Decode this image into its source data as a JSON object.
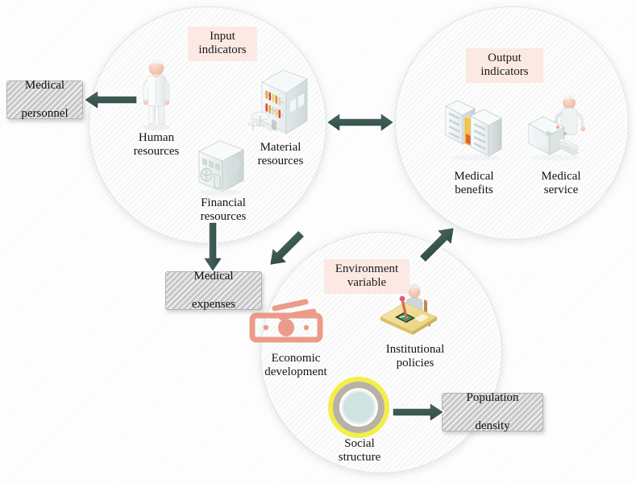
{
  "diagram": {
    "title_present": false,
    "colors": {
      "arrow": "#3e5a55",
      "chip_bg": "#fce9e3",
      "graybox_bg": "#c9c9c9",
      "circle_bg": "#fdfdfd",
      "money_icon": "#eb9b89",
      "social_outer_ring": "#f2ef4a",
      "social_mid_ring": "#b8b1a6",
      "social_core": "#cfe4e0",
      "folder_yellow": "#f6c544"
    }
  },
  "circles": [
    {
      "id": "input",
      "label_line1": "Input",
      "label_line2": "indicators"
    },
    {
      "id": "output",
      "label_line1": "Output",
      "label_line2": "indicators"
    },
    {
      "id": "environment",
      "label_line1": "Environment",
      "label_line2": "variable"
    }
  ],
  "nodes": {
    "input": [
      {
        "id": "human-resources",
        "line1": "Human",
        "line2": "resources",
        "icon": "person-doctor-icon"
      },
      {
        "id": "material-resources",
        "line1": "Material",
        "line2": "resources",
        "icon": "pharmacy-shelf-icon"
      },
      {
        "id": "financial-resources",
        "line1": "Financial",
        "line2": "resources",
        "icon": "bank-building-icon"
      }
    ],
    "output": [
      {
        "id": "medical-benefits",
        "line1": "Medical",
        "line2": "benefits",
        "icon": "filing-cabinet-icon"
      },
      {
        "id": "medical-service",
        "line1": "Medical",
        "line2": "service",
        "icon": "reception-desk-icon"
      }
    ],
    "environment": [
      {
        "id": "economic-development",
        "line1": "Economic",
        "line2": "development",
        "icon": "banknote-icon"
      },
      {
        "id": "institutional-policies",
        "line1": "Institutional",
        "line2": "policies",
        "icon": "desk-writing-icon"
      },
      {
        "id": "social-structure",
        "line1": "Social",
        "line2": "structure",
        "icon": "concentric-rings-icon"
      }
    ]
  },
  "outcomes": [
    {
      "id": "medical-personnel",
      "line1": "Medical",
      "line2": "personnel"
    },
    {
      "id": "medical-expenses",
      "line1": "Medical",
      "line2": "expenses"
    },
    {
      "id": "population-density",
      "line1": "Population",
      "line2": "density"
    }
  ],
  "arrows": [
    {
      "id": "human-to-medical-personnel",
      "kind": "single",
      "direction": "left"
    },
    {
      "id": "input-to-output",
      "kind": "double",
      "direction": "horizontal"
    },
    {
      "id": "financial-to-medical-expenses",
      "kind": "single",
      "direction": "down"
    },
    {
      "id": "input-to-environment",
      "kind": "single",
      "direction": "down-right"
    },
    {
      "id": "environment-to-output",
      "kind": "single",
      "direction": "up-right"
    },
    {
      "id": "social-to-population-density",
      "kind": "single",
      "direction": "right"
    }
  ]
}
